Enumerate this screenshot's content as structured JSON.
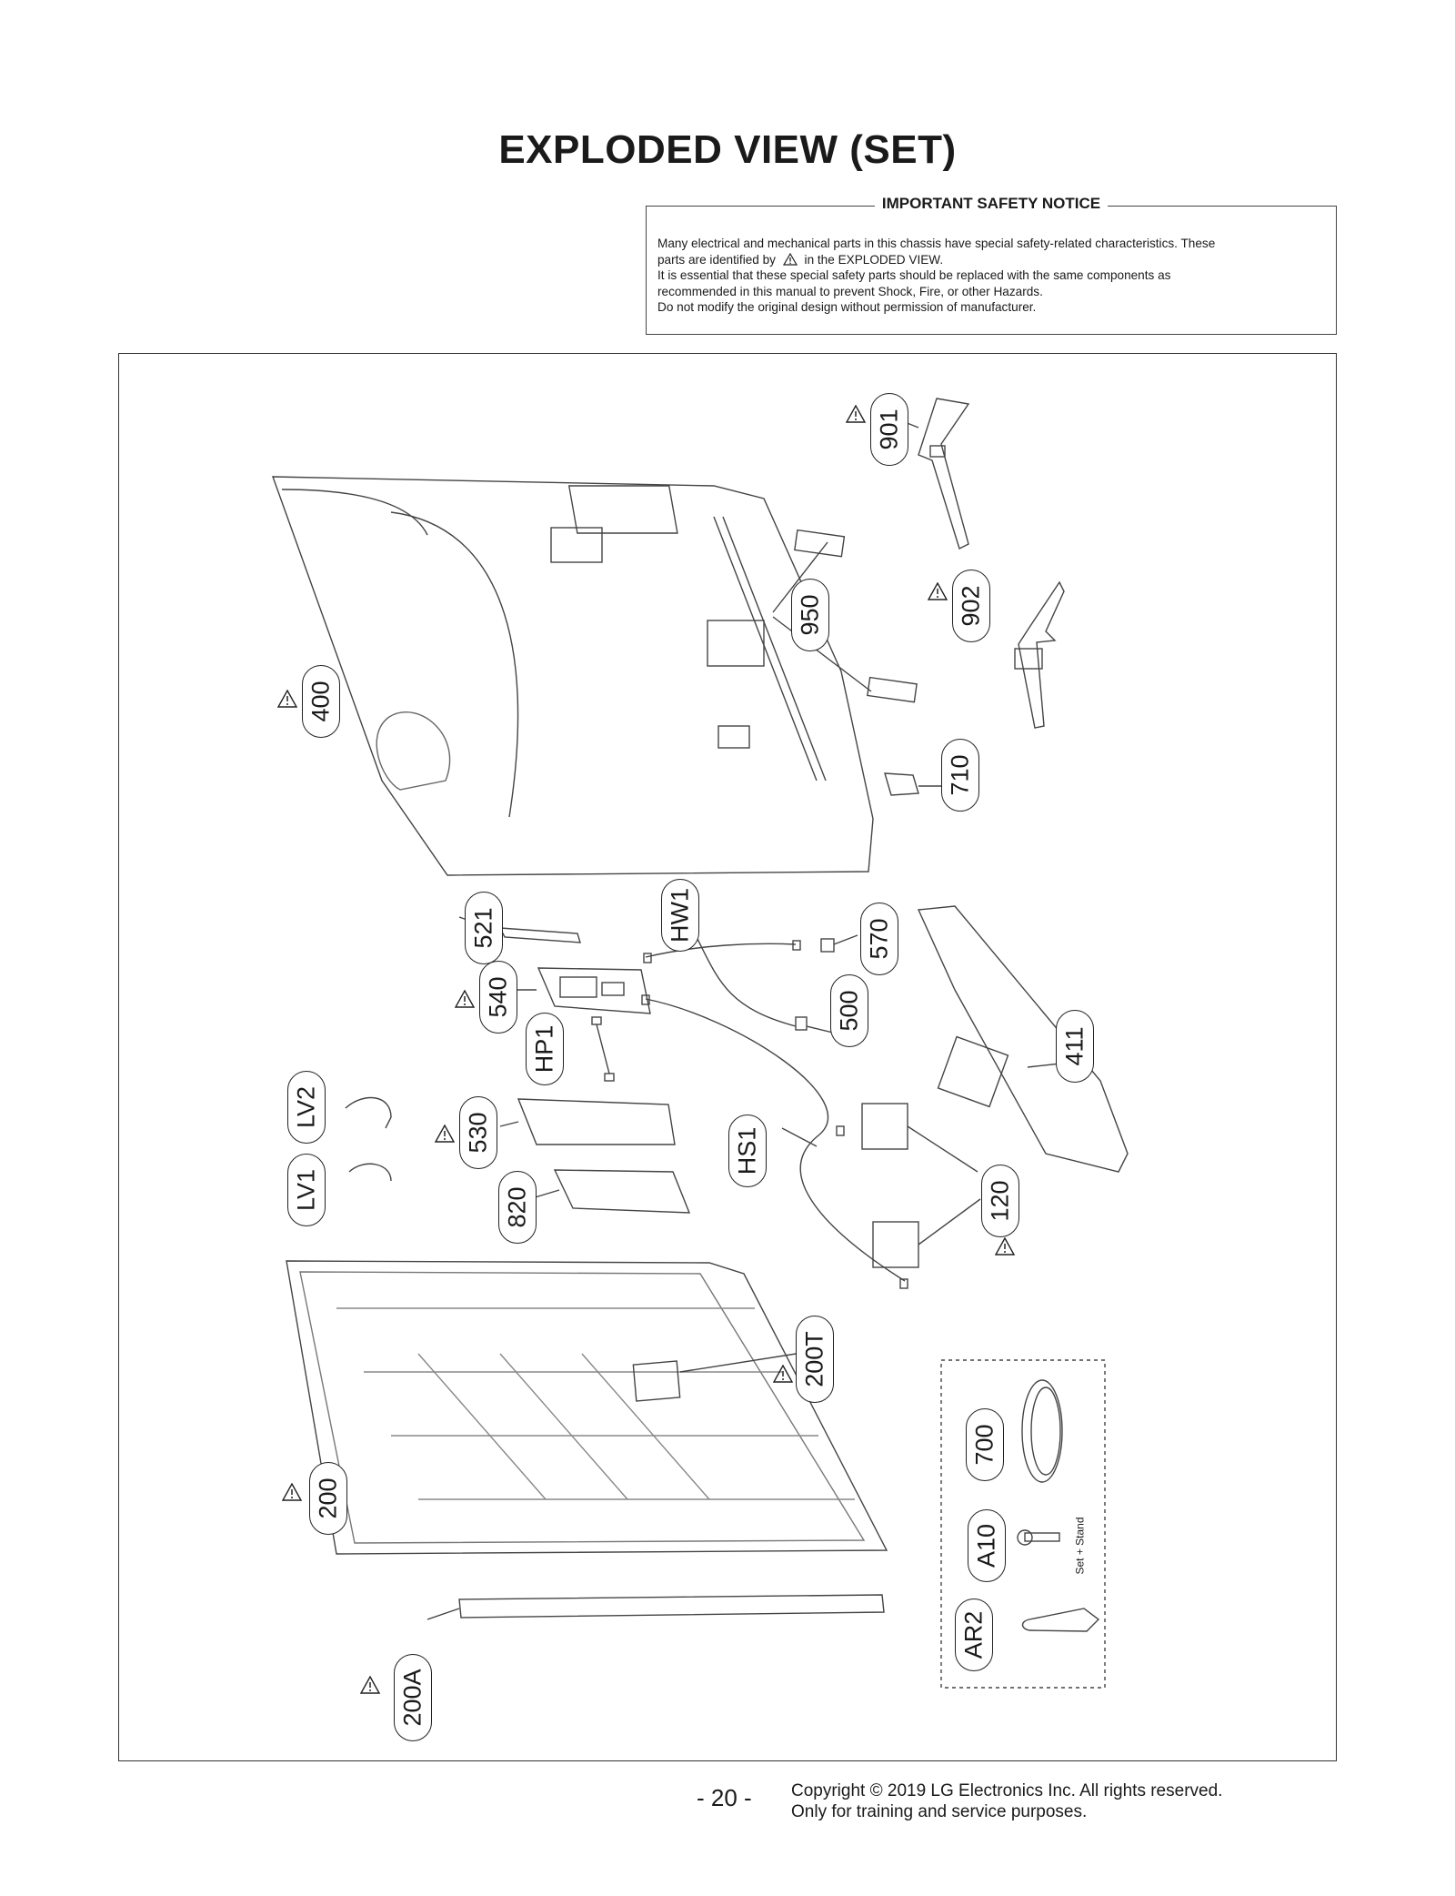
{
  "title": "EXPLODED VIEW (SET)",
  "notice": {
    "heading": "IMPORTANT SAFETY NOTICE",
    "line1": "Many electrical and mechanical parts in this chassis have special safety-related characteristics. These",
    "line2a": "parts are identified by",
    "line2b": "in the EXPLODED VIEW.",
    "line3": "It is essential that these special safety parts should be replaced with the same components as",
    "line4": "recommended in this manual to prevent Shock, Fire, or other Hazards.",
    "line5": "Do not modify the original design without permission of manufacturer."
  },
  "labels": {
    "p901": "901",
    "p950": "950",
    "p902": "902",
    "p400": "400",
    "p710": "710",
    "p521": "521",
    "hw1": "HW1",
    "p570": "570",
    "p540": "540",
    "p500": "500",
    "hp1": "HP1",
    "p411": "411",
    "lv2": "LV2",
    "p530": "530",
    "hs1": "HS1",
    "lv1": "LV1",
    "p820": "820",
    "p120": "120",
    "p200t": "200T",
    "p700": "700",
    "p200": "200",
    "a10": "A10",
    "ar2": "AR2",
    "p200a": "200A"
  },
  "set_stand_note": "Set + Stand",
  "footer": {
    "page_number": "- 20 -",
    "copyright_line1": "Copyright © 2019 LG Electronics Inc. All rights reserved.",
    "copyright_line2": "Only for training and service purposes."
  }
}
